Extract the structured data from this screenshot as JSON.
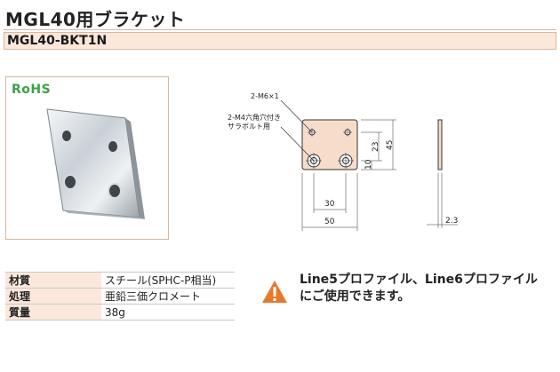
{
  "title": "MGL40用ブラケット",
  "model": "MGL40-BKT1N",
  "rohs": "RoHS",
  "drawing": {
    "callout_hole": "2-M6×1",
    "callout_bolt_line1": "2-M4六角穴付き",
    "callout_bolt_line2": "サラボルト用",
    "dim_30": "30",
    "dim_50": "50",
    "dim_10": "10",
    "dim_23": "23",
    "dim_45": "45",
    "dim_thickness": "2.3"
  },
  "specs": [
    {
      "label": "材質",
      "value": "スチール(SPHC-P相当)"
    },
    {
      "label": "処理",
      "value": "亜鉛三価クロメート"
    },
    {
      "label": "質量",
      "value": "38g"
    }
  ],
  "note": {
    "line1": "Line5プロファイル、Line6プロファイル",
    "line2": "にご使用できます。"
  },
  "colors": {
    "accent_bg": "#fbe8db",
    "accent_border": "#d8b79c",
    "rohs_green": "#3aa24a",
    "warning_orange": "#e8792a"
  }
}
